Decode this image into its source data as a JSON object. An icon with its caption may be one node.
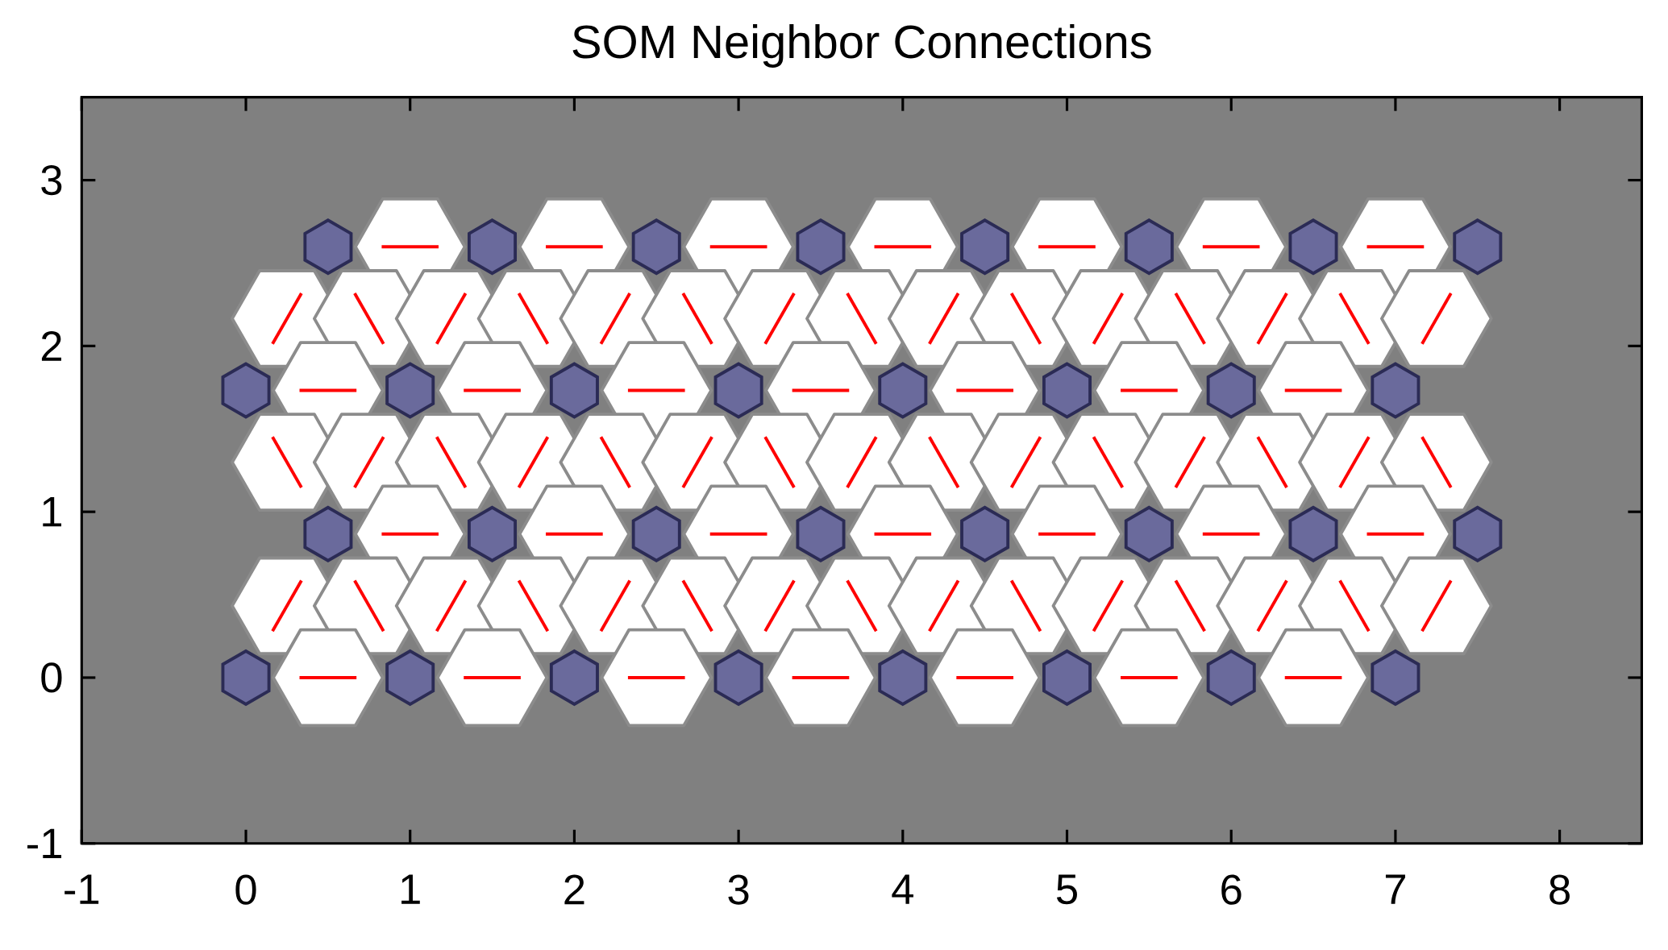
{
  "diagram": {
    "title": "SOM Neighbor Connections",
    "nodes": [
      {
        "text": [],
        "shape": "hexagon"
      },
      {
        "text": [],
        "shape": "hexagon"
      },
      {
        "text": [],
        "shape": "hexagon"
      },
      {
        "text": [],
        "shape": "hexagon"
      },
      {
        "text": [],
        "shape": "hexagon"
      },
      {
        "text": [],
        "shape": "hexagon"
      },
      {
        "text": [],
        "shape": "hexagon"
      },
      {
        "text": [],
        "shape": "hexagon"
      },
      {
        "text": [],
        "shape": "hexagon"
      },
      {
        "text": [],
        "shape": "hexagon"
      },
      {
        "text": [],
        "shape": "hexagon"
      },
      {
        "text": [],
        "shape": "hexagon"
      },
      {
        "text": [],
        "shape": "hexagon"
      },
      {
        "text": [],
        "shape": "hexagon"
      },
      {
        "text": [],
        "shape": "hexagon"
      },
      {
        "text": [],
        "shape": "hexagon"
      },
      {
        "text": [],
        "shape": "hexagon"
      },
      {
        "text": [],
        "shape": "hexagon"
      },
      {
        "text": [],
        "shape": "hexagon"
      },
      {
        "text": [],
        "shape": "hexagon"
      },
      {
        "text": [],
        "shape": "hexagon"
      },
      {
        "text": [],
        "shape": "hexagon"
      },
      {
        "text": [],
        "shape": "hexagon"
      },
      {
        "text": [],
        "shape": "hexagon"
      },
      {
        "text": [],
        "shape": "hexagon"
      },
      {
        "text": [],
        "shape": "hexagon"
      },
      {
        "text": [],
        "shape": "hexagon"
      },
      {
        "text": [],
        "shape": "hexagon"
      },
      {
        "text": [],
        "shape": "hexagon"
      },
      {
        "text": [],
        "shape": "hexagon"
      },
      {
        "text": [],
        "shape": "hexagon"
      },
      {
        "text": [],
        "shape": "hexagon"
      }
    ],
    "edges": [
      {
        "from": 0,
        "to": 1,
        "arrow": "none"
      },
      {
        "from": 1,
        "to": 2,
        "arrow": "none"
      },
      {
        "from": 2,
        "to": 3,
        "arrow": "none"
      },
      {
        "from": 3,
        "to": 4,
        "arrow": "none"
      },
      {
        "from": 4,
        "to": 5,
        "arrow": "none"
      },
      {
        "from": 5,
        "to": 6,
        "arrow": "none"
      },
      {
        "from": 6,
        "to": 7,
        "arrow": "none"
      },
      {
        "from": 0,
        "to": 8,
        "arrow": "none"
      },
      {
        "from": 0,
        "to": 9,
        "arrow": "none"
      },
      {
        "from": 1,
        "to": 9,
        "arrow": "none"
      },
      {
        "from": 1,
        "to": 10,
        "arrow": "none"
      },
      {
        "from": 2,
        "to": 10,
        "arrow": "none"
      },
      {
        "from": 2,
        "to": 11,
        "arrow": "none"
      },
      {
        "from": 3,
        "to": 11,
        "arrow": "none"
      },
      {
        "from": 3,
        "to": 12,
        "arrow": "none"
      },
      {
        "from": 4,
        "to": 12,
        "arrow": "none"
      },
      {
        "from": 4,
        "to": 13,
        "arrow": "none"
      },
      {
        "from": 5,
        "to": 13,
        "arrow": "none"
      },
      {
        "from": 5,
        "to": 14,
        "arrow": "none"
      },
      {
        "from": 6,
        "to": 14,
        "arrow": "none"
      },
      {
        "from": 6,
        "to": 15,
        "arrow": "none"
      },
      {
        "from": 7,
        "to": 15,
        "arrow": "none"
      },
      {
        "from": 8,
        "to": 9,
        "arrow": "none"
      },
      {
        "from": 9,
        "to": 10,
        "arrow": "none"
      },
      {
        "from": 10,
        "to": 11,
        "arrow": "none"
      },
      {
        "from": 11,
        "to": 12,
        "arrow": "none"
      },
      {
        "from": 12,
        "to": 13,
        "arrow": "none"
      },
      {
        "from": 13,
        "to": 14,
        "arrow": "none"
      },
      {
        "from": 14,
        "to": 15,
        "arrow": "none"
      },
      {
        "from": 8,
        "to": 16,
        "arrow": "none"
      },
      {
        "from": 9,
        "to": 16,
        "arrow": "none"
      },
      {
        "from": 9,
        "to": 17,
        "arrow": "none"
      },
      {
        "from": 10,
        "to": 17,
        "arrow": "none"
      },
      {
        "from": 10,
        "to": 18,
        "arrow": "none"
      },
      {
        "from": 11,
        "to": 18,
        "arrow": "none"
      },
      {
        "from": 11,
        "to": 19,
        "arrow": "none"
      },
      {
        "from": 12,
        "to": 19,
        "arrow": "none"
      },
      {
        "from": 12,
        "to": 20,
        "arrow": "none"
      },
      {
        "from": 13,
        "to": 20,
        "arrow": "none"
      },
      {
        "from": 13,
        "to": 21,
        "arrow": "none"
      },
      {
        "from": 14,
        "to": 21,
        "arrow": "none"
      },
      {
        "from": 14,
        "to": 22,
        "arrow": "none"
      },
      {
        "from": 15,
        "to": 22,
        "arrow": "none"
      },
      {
        "from": 15,
        "to": 23,
        "arrow": "none"
      },
      {
        "from": 16,
        "to": 17,
        "arrow": "none"
      },
      {
        "from": 17,
        "to": 18,
        "arrow": "none"
      },
      {
        "from": 18,
        "to": 19,
        "arrow": "none"
      },
      {
        "from": 19,
        "to": 20,
        "arrow": "none"
      },
      {
        "from": 20,
        "to": 21,
        "arrow": "none"
      },
      {
        "from": 21,
        "to": 22,
        "arrow": "none"
      },
      {
        "from": 22,
        "to": 23,
        "arrow": "none"
      },
      {
        "from": 16,
        "to": 24,
        "arrow": "none"
      },
      {
        "from": 16,
        "to": 25,
        "arrow": "none"
      },
      {
        "from": 17,
        "to": 25,
        "arrow": "none"
      },
      {
        "from": 17,
        "to": 26,
        "arrow": "none"
      },
      {
        "from": 18,
        "to": 26,
        "arrow": "none"
      },
      {
        "from": 18,
        "to": 27,
        "arrow": "none"
      },
      {
        "from": 19,
        "to": 27,
        "arrow": "none"
      },
      {
        "from": 19,
        "to": 28,
        "arrow": "none"
      },
      {
        "from": 20,
        "to": 28,
        "arrow": "none"
      },
      {
        "from": 20,
        "to": 29,
        "arrow": "none"
      },
      {
        "from": 21,
        "to": 29,
        "arrow": "none"
      },
      {
        "from": 21,
        "to": 30,
        "arrow": "none"
      },
      {
        "from": 22,
        "to": 30,
        "arrow": "none"
      },
      {
        "from": 22,
        "to": 31,
        "arrow": "none"
      },
      {
        "from": 23,
        "to": 31,
        "arrow": "none"
      },
      {
        "from": 24,
        "to": 25,
        "arrow": "none"
      },
      {
        "from": 25,
        "to": 26,
        "arrow": "none"
      },
      {
        "from": 26,
        "to": 27,
        "arrow": "none"
      },
      {
        "from": 27,
        "to": 28,
        "arrow": "none"
      },
      {
        "from": 28,
        "to": 29,
        "arrow": "none"
      },
      {
        "from": 29,
        "to": 30,
        "arrow": "none"
      },
      {
        "from": 30,
        "to": 31,
        "arrow": "none"
      }
    ],
    "labels": [
      "3",
      "2",
      "1",
      "0",
      "-1",
      "-1",
      "0",
      "1",
      "2",
      "3",
      "4",
      "5",
      "6",
      "7",
      "8"
    ]
  }
}
